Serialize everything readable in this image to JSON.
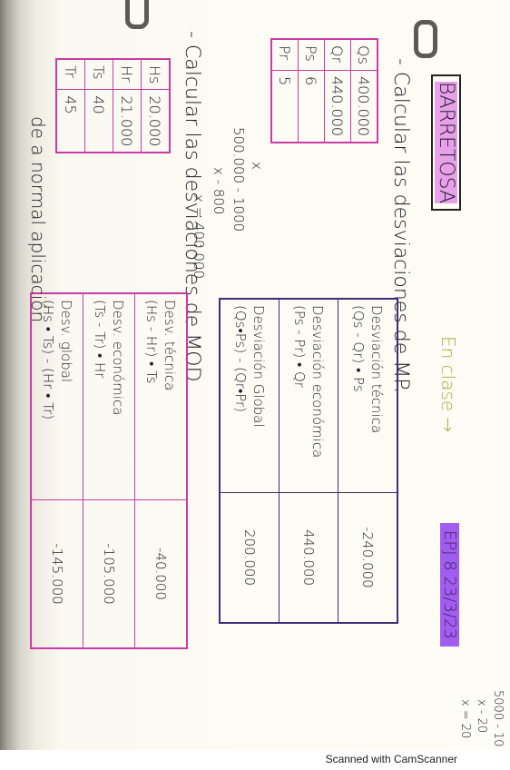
{
  "title": "BARRETOSA",
  "mp_heading": "- Calcular las desviaciones de MP.",
  "en_clase": "En clase →",
  "purple_label": "EPJ 8 23/3/23",
  "mp_table": [
    [
      "Qs",
      "400.000"
    ],
    [
      "Qr",
      "440.000"
    ],
    [
      "Ps",
      "6"
    ],
    [
      "Pr",
      "5"
    ]
  ],
  "calc_lines": [
    "500.000 - 1000",
    "x - 800",
    "x = 400.000"
  ],
  "calc_x": "x",
  "mp_results": [
    {
      "name": "Desviación técnica",
      "formula": "(Qs - Qr) • Ps",
      "value": "-240.000"
    },
    {
      "name": "Desviación económica",
      "formula": "(Ps - Pr) • Qr",
      "value": "440.000"
    },
    {
      "name": "Desviación Global",
      "formula": "(Qs•Ps) - (Qr•Pr)",
      "value": "200.000"
    }
  ],
  "mod_heading": "- Calcular las desviaciones de MOD.",
  "mod_table": [
    [
      "Hs",
      "20.000"
    ],
    [
      "Hr",
      "21.000"
    ],
    [
      "Ts",
      "40"
    ],
    [
      "Tr",
      "45"
    ]
  ],
  "mod_results": [
    {
      "name": "Desv. técnica",
      "formula": "(Hs - Hr) • Ts",
      "value": "-40.000"
    },
    {
      "name": "Desv. económica",
      "formula": "(Ts - Tr) • Hr",
      "value": "-105.000"
    },
    {
      "name": "Desv. global",
      "formula": "(Hs • Ts) - (Hr • Tr)",
      "value": "-145.000"
    }
  ],
  "side_note": "de a normal aplicación",
  "margin_lines": [
    "5000 - 10",
    "x - 20",
    "x = 20"
  ],
  "footer": "Scanned with CamScanner"
}
